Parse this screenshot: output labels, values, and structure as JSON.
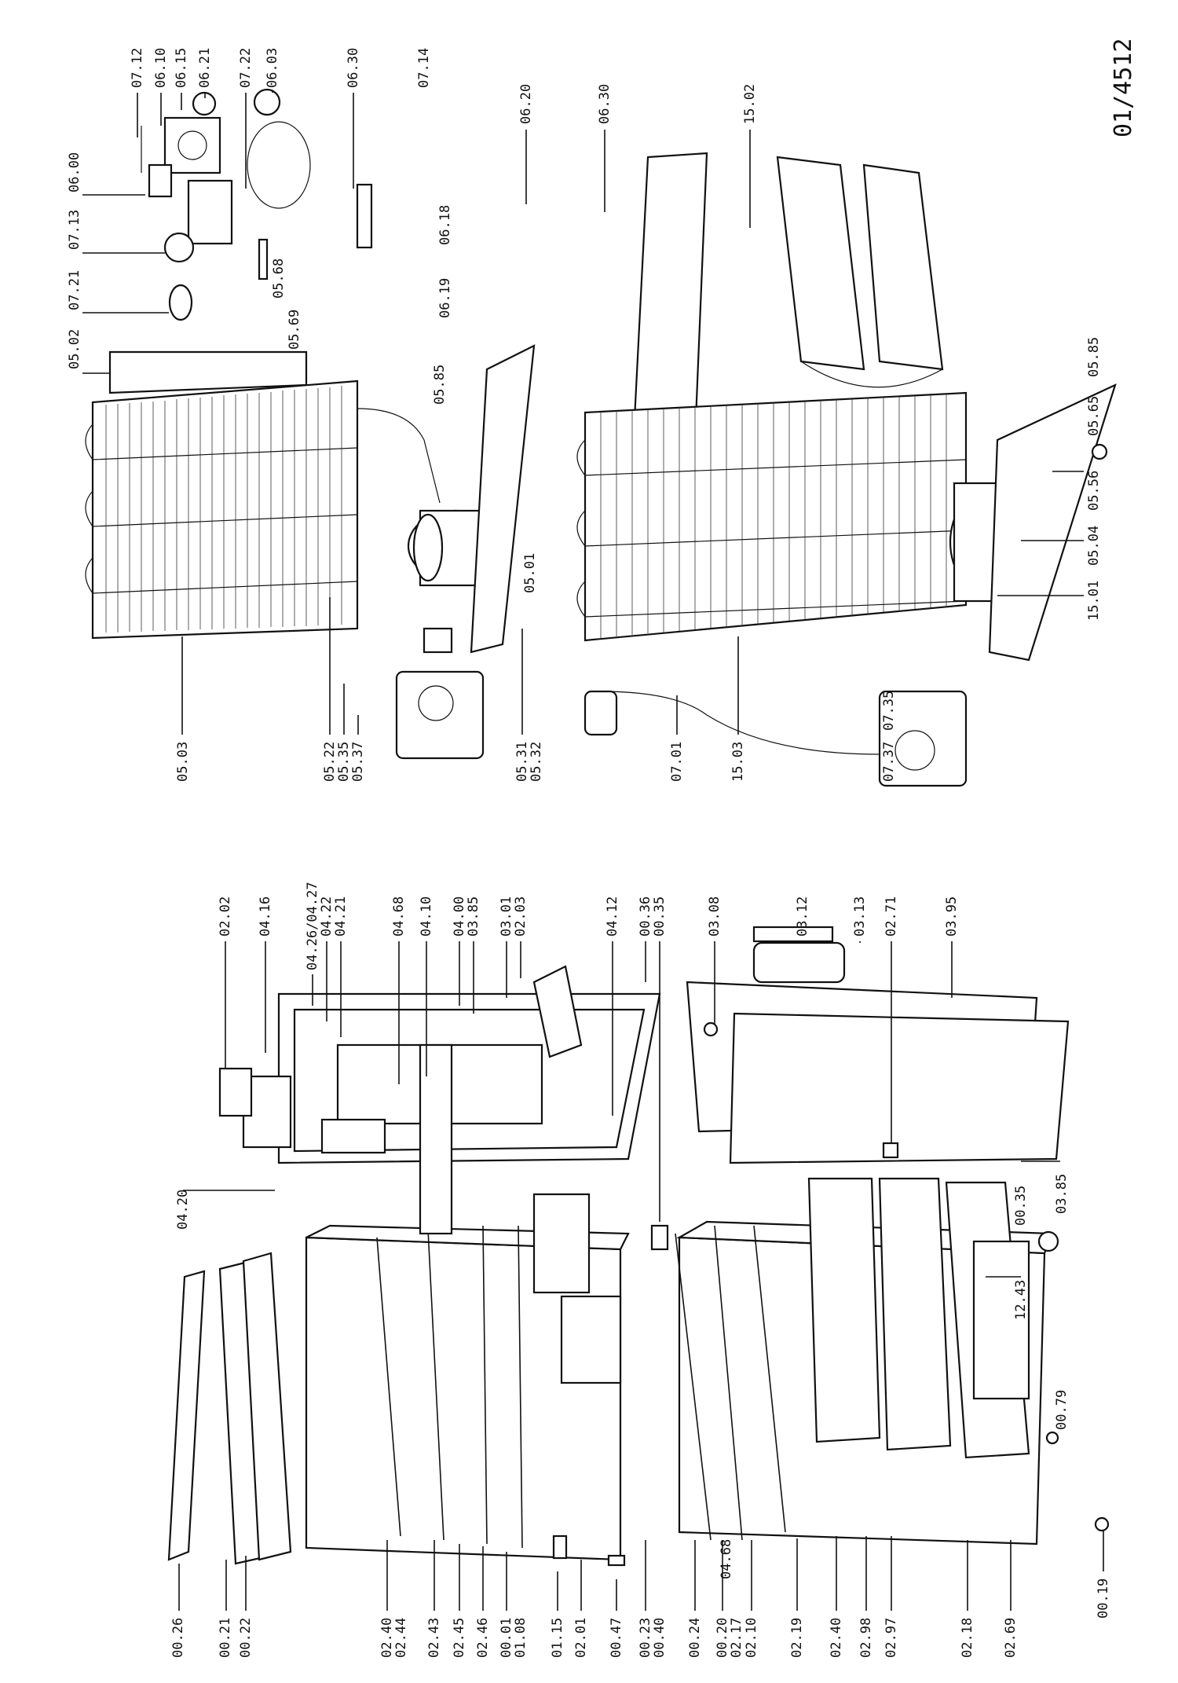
{
  "diagram": {
    "reference": "01/4512",
    "upper_left_labels": [
      "05.03",
      "05.22",
      "05.35",
      "05.37",
      "05.31",
      "05.32",
      "07.01",
      "15.03",
      "07.37",
      "07.35"
    ],
    "upper_top_labels": [
      "05.02",
      "07.21",
      "07.13",
      "06.00",
      "07.12",
      "06.10",
      "06.15",
      "06.21",
      "07.22",
      "06.03",
      "06.30",
      "05.68",
      "05.69",
      "05.85",
      "06.19",
      "06.18",
      "06.20",
      "07.14",
      "06.30",
      "15.02"
    ],
    "upper_right_labels": [
      "05.65",
      "05.85",
      "05.56",
      "05.04",
      "15.01",
      "05.01"
    ],
    "lower_left_labels": [
      "00.26",
      "00.21",
      "00.22",
      "02.40",
      "02.44",
      "02.43",
      "02.45",
      "02.46",
      "00.01",
      "01.08",
      "01.15",
      "02.01",
      "00.47",
      "00.23",
      "00.40",
      "00.24",
      "00.20",
      "02.17",
      "04.68",
      "02.10",
      "02.19",
      "02.40",
      "02.98",
      "02.97",
      "02.18",
      "02.69",
      "00.19"
    ],
    "lower_top_labels": [
      "04.20",
      "02.02",
      "04.16",
      "04.26/04.27",
      "04.22",
      "04.21",
      "04.68",
      "04.10",
      "04.00",
      "03.85",
      "03.01",
      "02.03",
      "04.12",
      "00.36",
      "00.35",
      "03.08",
      "03.12",
      "03.13",
      "02.71",
      "03.95"
    ],
    "lower_right_labels": [
      "03.85",
      "00.35",
      "12.43",
      "00.79"
    ]
  }
}
